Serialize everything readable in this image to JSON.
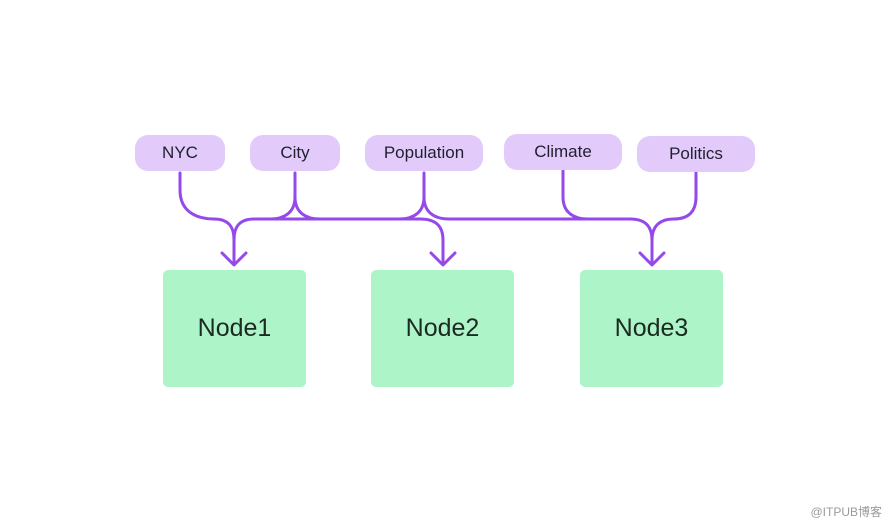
{
  "attributes": [
    {
      "id": "nyc",
      "label": "NYC"
    },
    {
      "id": "city",
      "label": "City"
    },
    {
      "id": "population",
      "label": "Population"
    },
    {
      "id": "climate",
      "label": "Climate"
    },
    {
      "id": "politics",
      "label": "Politics"
    }
  ],
  "nodes": [
    {
      "id": "node1",
      "label": "Node1"
    },
    {
      "id": "node2",
      "label": "Node2"
    },
    {
      "id": "node3",
      "label": "Node3"
    }
  ],
  "edges": [
    {
      "from": "NYC",
      "to": "Node1"
    },
    {
      "from": "City",
      "to": "Node1"
    },
    {
      "from": "City",
      "to": "Node2"
    },
    {
      "from": "Population",
      "to": "Node1"
    },
    {
      "from": "Population",
      "to": "Node2"
    },
    {
      "from": "Population",
      "to": "Node3"
    },
    {
      "from": "Climate",
      "to": "Node3"
    },
    {
      "from": "Politics",
      "to": "Node3"
    }
  ],
  "colors": {
    "tag_fill": "#e2cbfb",
    "node_fill": "#adf4c8",
    "connector": "#9549ea"
  },
  "watermark": "@ITPUB博客"
}
